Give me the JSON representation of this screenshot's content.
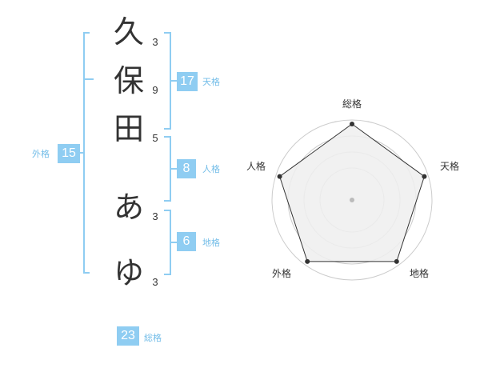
{
  "name_chars": [
    "久",
    "保",
    "田",
    "あ",
    "ゆ"
  ],
  "stroke_counts": [
    "3",
    "9",
    "5",
    "3",
    "3"
  ],
  "fortunes": {
    "tenkaku": {
      "label": "天格",
      "value": "17"
    },
    "jinkaku": {
      "label": "人格",
      "value": "8"
    },
    "chikaku": {
      "label": "地格",
      "value": "6"
    },
    "gaikaku": {
      "label": "外格",
      "value": "15"
    },
    "soukaku": {
      "label": "総格",
      "value": "23"
    }
  },
  "radar": {
    "axes": [
      "総格",
      "天格",
      "地格",
      "外格",
      "人格"
    ],
    "levels": [
      0.95,
      0.95,
      0.95,
      0.95,
      0.95
    ],
    "colors": {
      "rings": "#cccccc",
      "fill": "#eeeeee",
      "stroke": "#333333",
      "center": "#bbbbbb"
    }
  },
  "colors": {
    "accent": "#8fcdf2",
    "accent_text": "#73bde8",
    "text": "#333333"
  }
}
